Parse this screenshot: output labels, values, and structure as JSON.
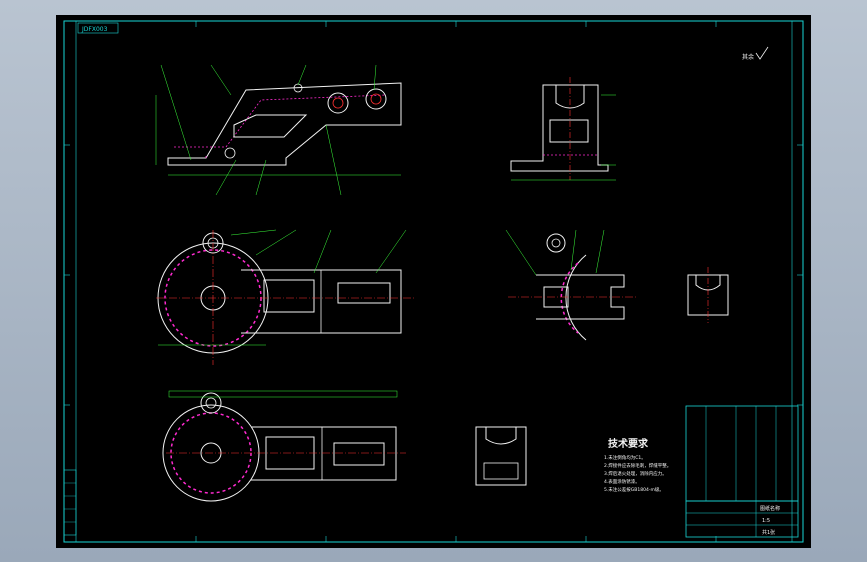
{
  "drawing": {
    "title_block_label": "图纸名称",
    "corner_stamp": "JDFX003",
    "roughness_note": "其余",
    "tech_req_title": "技术要求",
    "tech_req_lines": [
      "1.未注倒角均为C1。",
      "2.焊接件应去除毛刺，焊缝平整。",
      "3.焊后退火处理，消除内应力。",
      "4.表面涂防锈漆。",
      "5.未注公差按GB1804-m级。"
    ],
    "scale_label": "1:5",
    "sheet_label": "共1张"
  },
  "colors": {
    "background": "#000000",
    "frame": "#19d6d6",
    "outline": "#f2f2f2",
    "hatch": "#ff2bd0",
    "center": "#ff3030",
    "leader": "#3bff3b"
  }
}
